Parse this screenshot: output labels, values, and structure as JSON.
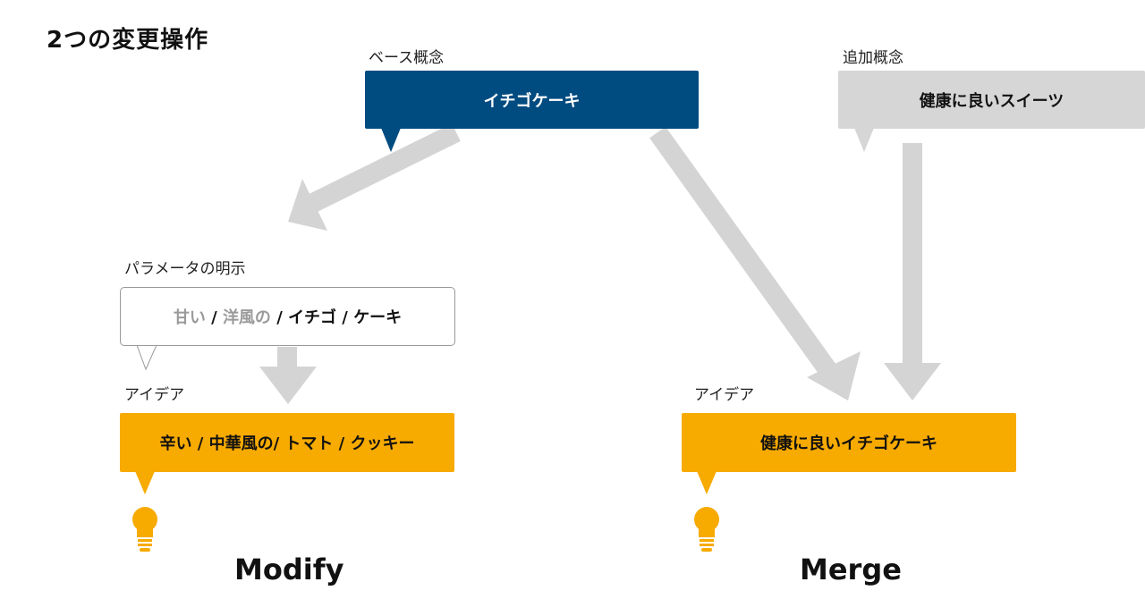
{
  "title": "2つの変更操作",
  "base": {
    "label": "ベース概念",
    "text": "イチゴケーキ",
    "color": "#004b80"
  },
  "extra": {
    "label": "追加概念",
    "text": "健康に良いスイーツ",
    "color": "#d6d6d6"
  },
  "params": {
    "label": "パラメータの明示",
    "parts": [
      {
        "text": "甘い",
        "muted": true
      },
      {
        "text": " / ",
        "muted": false
      },
      {
        "text": "洋風の",
        "muted": true
      },
      {
        "text": " / イチゴ / ケーキ",
        "muted": false
      }
    ]
  },
  "modify": {
    "idea_label": "アイデア",
    "idea_text": "辛い / 中華風の/ トマト / クッキー",
    "op_label": "Modify"
  },
  "merge": {
    "idea_label": "アイデア",
    "idea_text": "健康に良いイチゴケーキ",
    "op_label": "Merge"
  },
  "colors": {
    "arrow": "#d4d4d4",
    "idea": "#f7aa00",
    "bulb": "#f7aa00"
  },
  "icons": [
    "lightbulb-icon"
  ]
}
